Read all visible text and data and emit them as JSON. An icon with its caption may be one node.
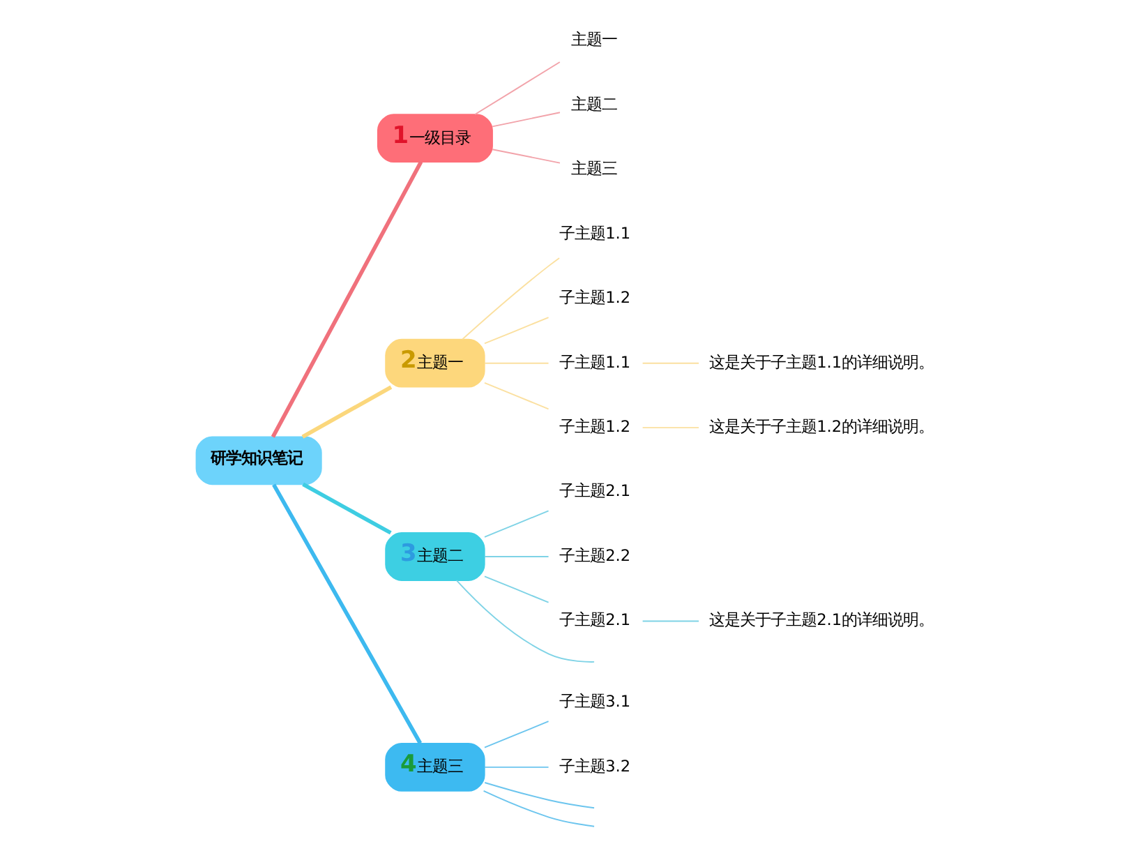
{
  "diagram": {
    "nodes": [
      {
        "text": [
          "研学知识笔记"
        ]
      },
      {
        "text": [
          "1",
          "一级目录"
        ]
      },
      {
        "text": [
          "主题一"
        ]
      },
      {
        "text": [
          "主题二"
        ]
      },
      {
        "text": [
          "主题三"
        ]
      },
      {
        "text": [
          "2",
          "主题一"
        ]
      },
      {
        "text": [
          "子主题1.1"
        ]
      },
      {
        "text": [
          "子主题1.2"
        ]
      },
      {
        "text": [
          "子主题1.1"
        ]
      },
      {
        "text": [
          "子主题1.2"
        ]
      },
      {
        "text": [
          "这是关于子主题1.1的详细说明。"
        ]
      },
      {
        "text": [
          "这是关于子主题1.2的详细说明。"
        ]
      },
      {
        "text": [
          "3",
          "主题二"
        ]
      },
      {
        "text": [
          "子主题2.1"
        ]
      },
      {
        "text": [
          "子主题2.2"
        ]
      },
      {
        "text": [
          "子主题2.1"
        ]
      },
      {
        "text": [
          "这是关于子主题2.1的详细说明。"
        ]
      },
      {
        "text": [
          "4",
          "主题三"
        ]
      },
      {
        "text": [
          "子主题3.1"
        ]
      },
      {
        "text": [
          "子主题3.2"
        ]
      }
    ],
    "edges": [
      {
        "from": 0,
        "to": 1,
        "arrow": "none",
        "style": "thick",
        "color": "#f0717c"
      },
      {
        "from": 0,
        "to": 5,
        "arrow": "none",
        "style": "thick",
        "color": "#fbd77c"
      },
      {
        "from": 0,
        "to": 12,
        "arrow": "none",
        "style": "thick",
        "color": "#3ecde2"
      },
      {
        "from": 0,
        "to": 17,
        "arrow": "none",
        "style": "thick",
        "color": "#3db9ef"
      },
      {
        "from": 1,
        "to": 2,
        "arrow": "none",
        "color": "#f2a3aa"
      },
      {
        "from": 1,
        "to": 3,
        "arrow": "none",
        "color": "#f2a3aa"
      },
      {
        "from": 1,
        "to": 4,
        "arrow": "none",
        "color": "#f2a3aa"
      },
      {
        "from": 5,
        "to": 6,
        "arrow": "none",
        "color": "#fbe0a0"
      },
      {
        "from": 5,
        "to": 7,
        "arrow": "none",
        "color": "#fbe0a0"
      },
      {
        "from": 5,
        "to": 8,
        "arrow": "none",
        "color": "#fbe0a0"
      },
      {
        "from": 5,
        "to": 9,
        "arrow": "none",
        "color": "#fbe0a0"
      },
      {
        "from": 8,
        "to": 10,
        "arrow": "none",
        "color": "#fbe0a0"
      },
      {
        "from": 9,
        "to": 11,
        "arrow": "none",
        "color": "#fbe0a0"
      },
      {
        "from": 12,
        "to": 13,
        "arrow": "none",
        "color": "#7fd3e6"
      },
      {
        "from": 12,
        "to": 14,
        "arrow": "none",
        "color": "#7fd3e6"
      },
      {
        "from": 12,
        "to": 15,
        "arrow": "none",
        "color": "#7fd3e6"
      },
      {
        "from": 12,
        "to": null,
        "arrow": "none",
        "color": "#7fd3e6"
      },
      {
        "from": 15,
        "to": 16,
        "arrow": "none",
        "color": "#7fd3e6"
      },
      {
        "from": 17,
        "to": 18,
        "arrow": "none",
        "color": "#6cc5ee"
      },
      {
        "from": 17,
        "to": 19,
        "arrow": "none",
        "color": "#6cc5ee"
      },
      {
        "from": 17,
        "to": null,
        "arrow": "none",
        "color": "#6cc5ee"
      },
      {
        "from": 17,
        "to": null,
        "arrow": "none",
        "color": "#6cc5ee"
      }
    ]
  }
}
